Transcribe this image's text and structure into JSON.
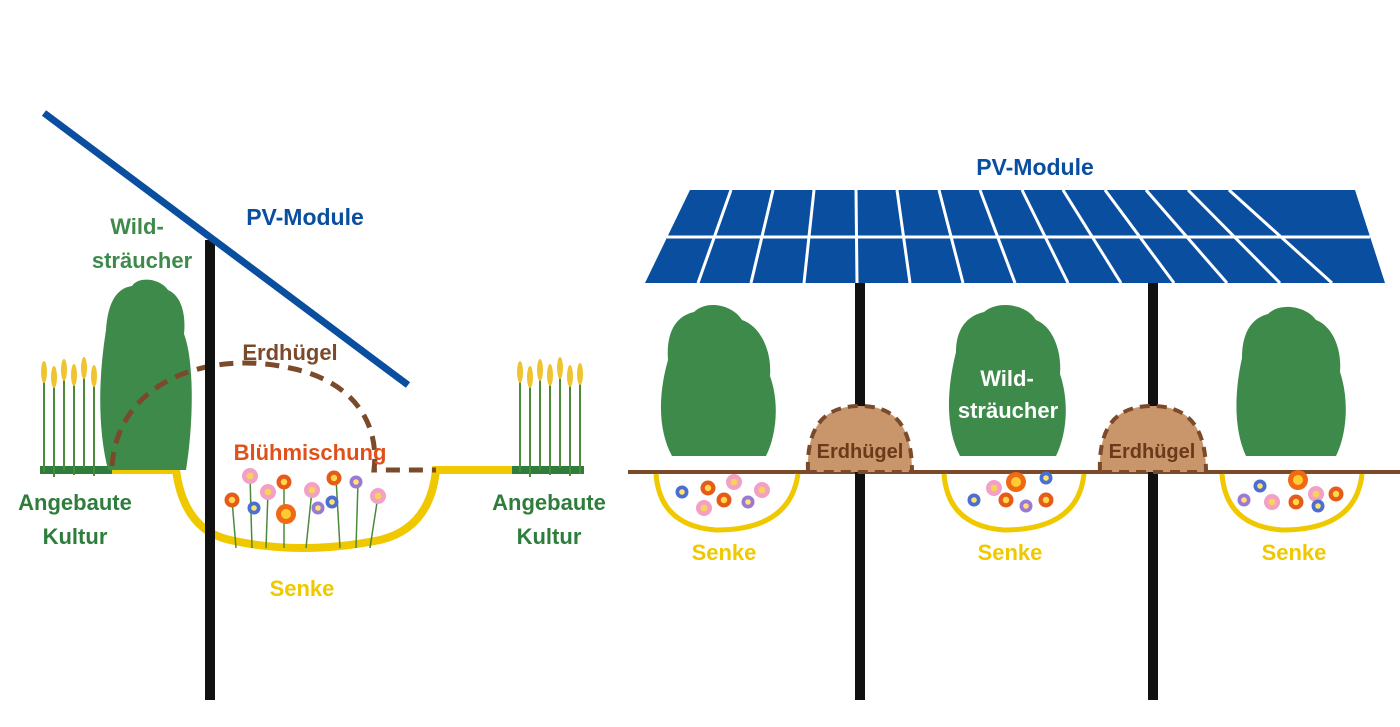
{
  "left": {
    "pv_label": "PV-Module",
    "shrub_line1": "Wild-",
    "shrub_line2": "sträucher",
    "mound_label": "Erdhügel",
    "flowers_label": "Blühmischung",
    "crop_left_line1": "Angebaute",
    "crop_left_line2": "Kultur",
    "crop_right_line1": "Angebaute",
    "crop_right_line2": "Kultur",
    "sink_label": "Senke"
  },
  "right": {
    "pv_label": "PV-Module",
    "shrub_line1": "Wild-",
    "shrub_line2": "sträucher",
    "mound_label_1": "Erdhügel",
    "mound_label_2": "Erdhügel",
    "sink_label_1": "Senke",
    "sink_label_2": "Senke",
    "sink_label_3": "Senke"
  },
  "colors": {
    "pv_blue": "#0a4ea0",
    "shrub_green": "#3e8a4a",
    "crop_green": "#2f7d3c",
    "soil_brown": "#7a4a2a",
    "mound_fill": "#c9956a",
    "sink_yellow": "#f0c800",
    "flower_orange": "#e0501a",
    "post_black": "#111111"
  }
}
